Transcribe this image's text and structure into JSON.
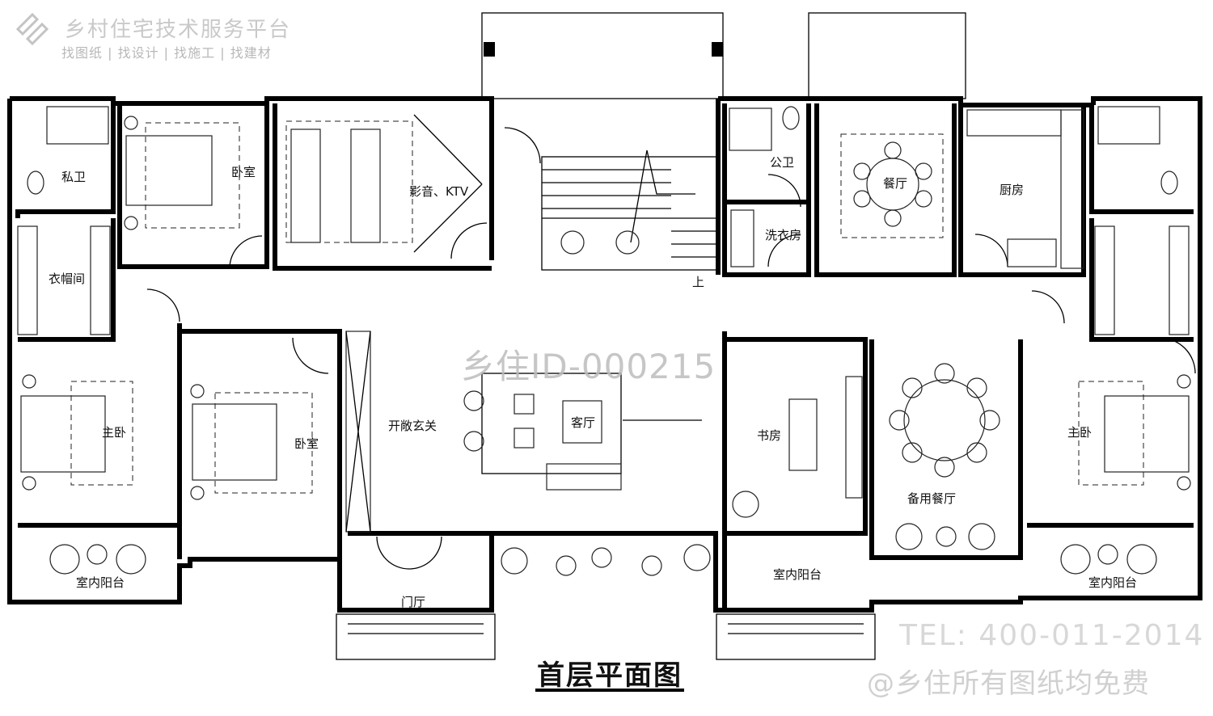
{
  "watermark": {
    "brand": "乡村住宅技术服务平台",
    "tagline": "找图纸 | 找设计 | 找施工 | 找建材",
    "plan_id": "乡住ID-000215",
    "tel": "TEL: 400-011-2014",
    "free_note": "@乡住所有图纸均免费"
  },
  "drawing": {
    "title": "首层平面图",
    "stairs_up": "上"
  },
  "rooms": {
    "private_bath": "私卫",
    "bedroom_top": "卧室",
    "ktv": "影音、KTV",
    "public_bath": "公卫",
    "dining": "餐厅",
    "kitchen": "厨房",
    "laundry": "洗衣房",
    "closet": "衣帽间",
    "master_left": "主卧",
    "bedroom_mid": "卧室",
    "foyer": "开敞玄关",
    "living": "客厅",
    "study": "书房",
    "spare_dining": "备用餐厅",
    "master_right": "主卧",
    "balcony_left": "室内阳台",
    "entrance_hall": "门厅",
    "balcony_mid": "室内阳台",
    "balcony_right": "室内阳台"
  }
}
